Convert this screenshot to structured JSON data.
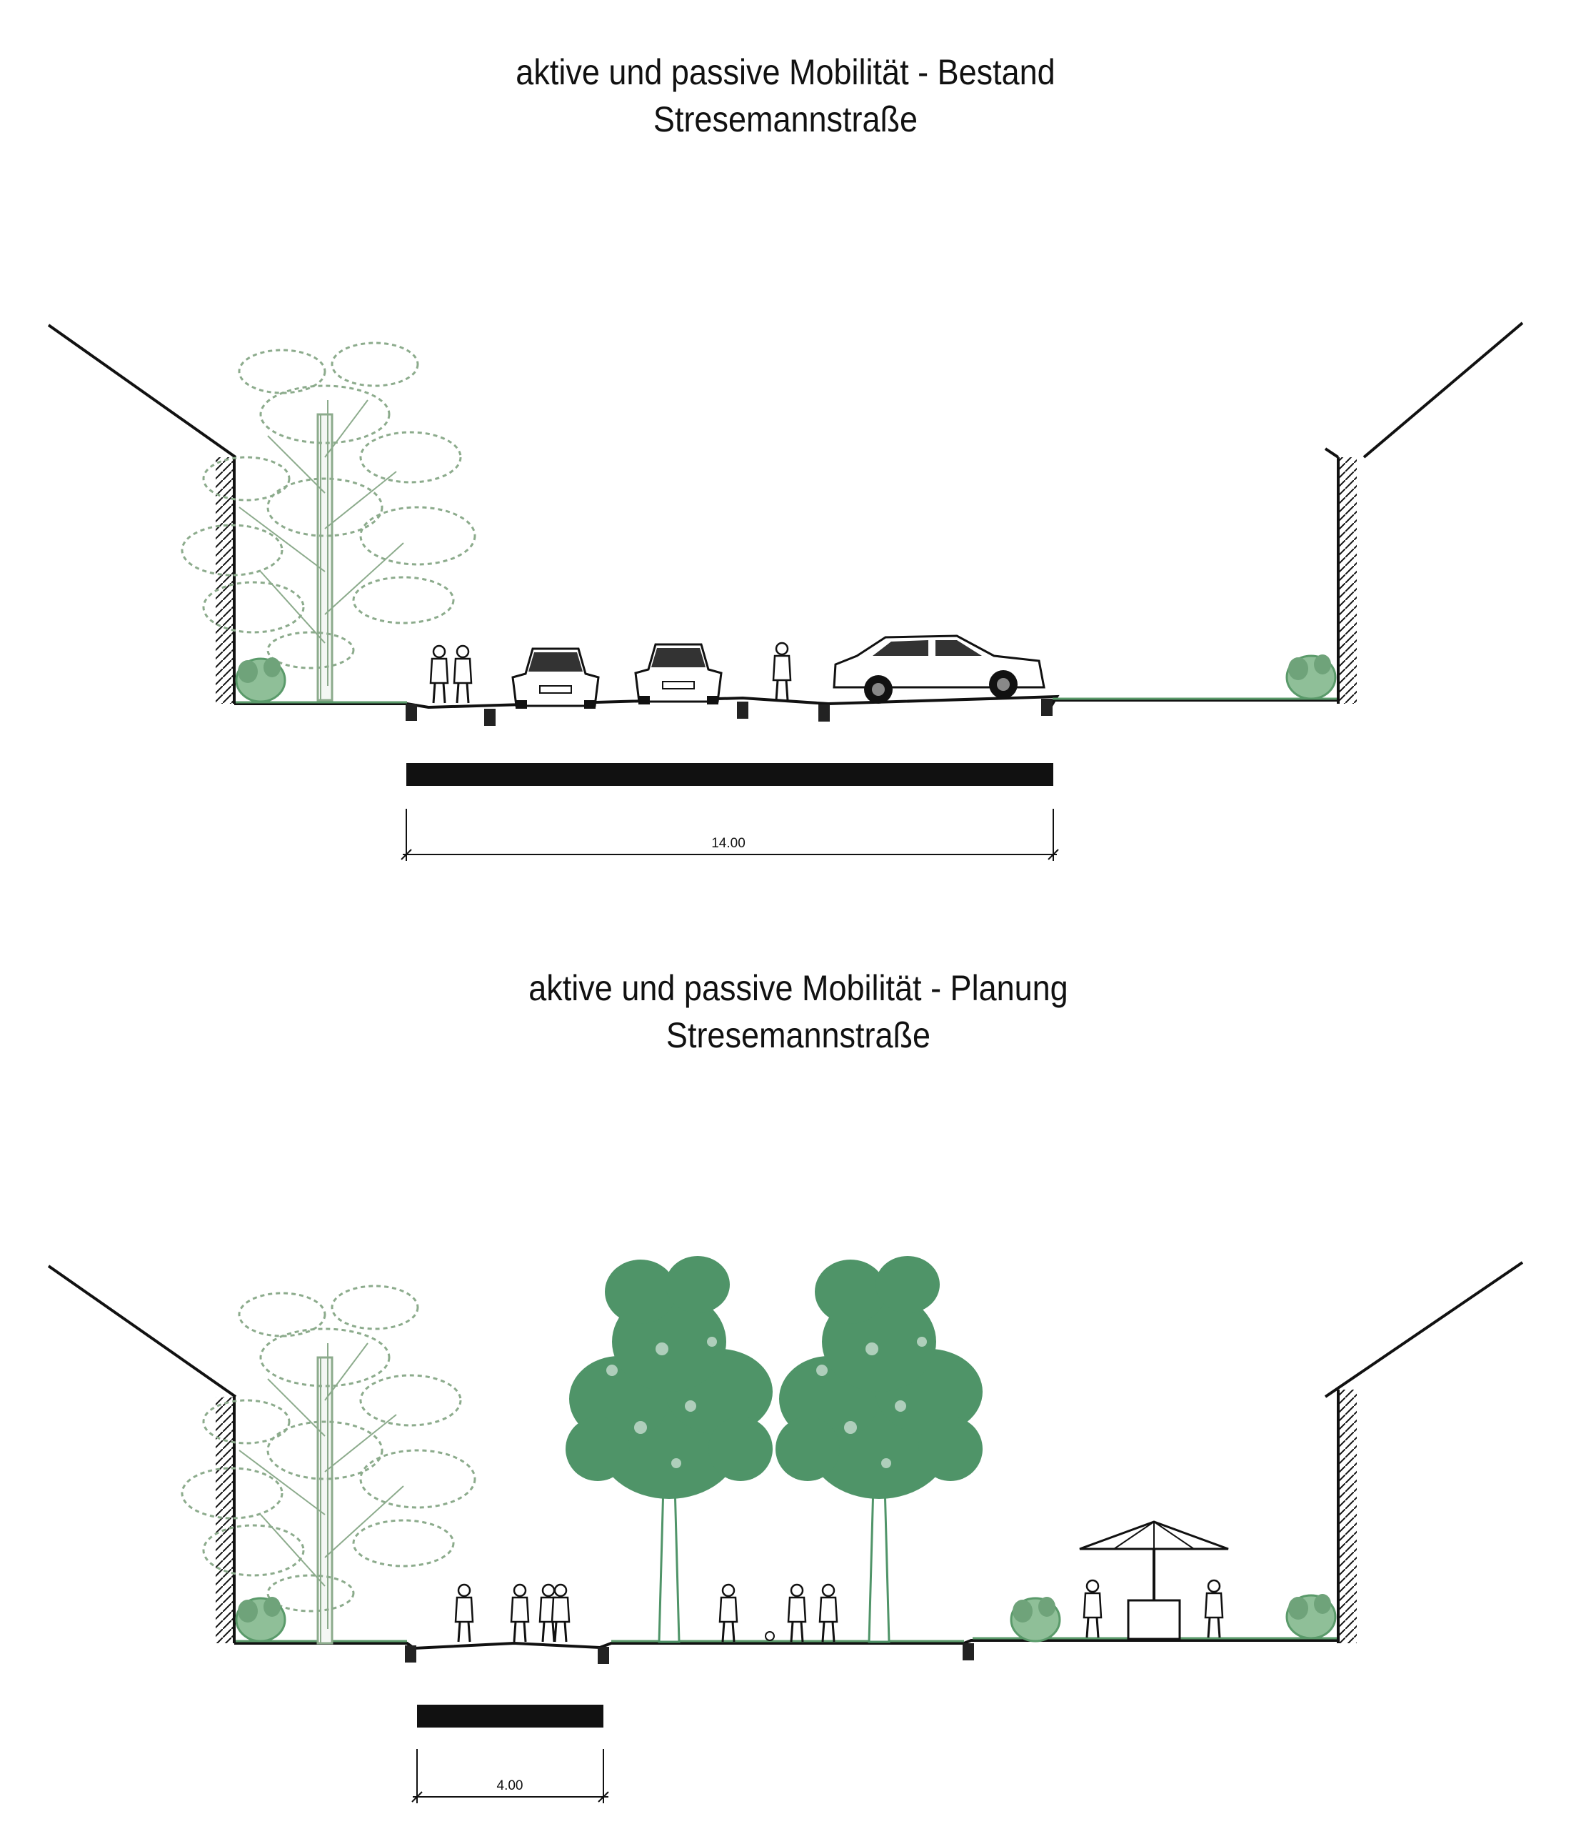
{
  "sections": [
    {
      "heading": "aktive und passive Mobilität - Bestand",
      "street": "Stresemannstraße",
      "dimension": "14.00"
    },
    {
      "heading": "aktive und passive Mobilität - Planung",
      "street": "Stresemannstraße",
      "dimension": "4.00"
    }
  ],
  "colors": {
    "line": "#111111",
    "tree_light": "#8cab8c",
    "tree_dark": "#4f9468",
    "shrub": "#6fa37a",
    "grass": "#5a9a6a"
  }
}
